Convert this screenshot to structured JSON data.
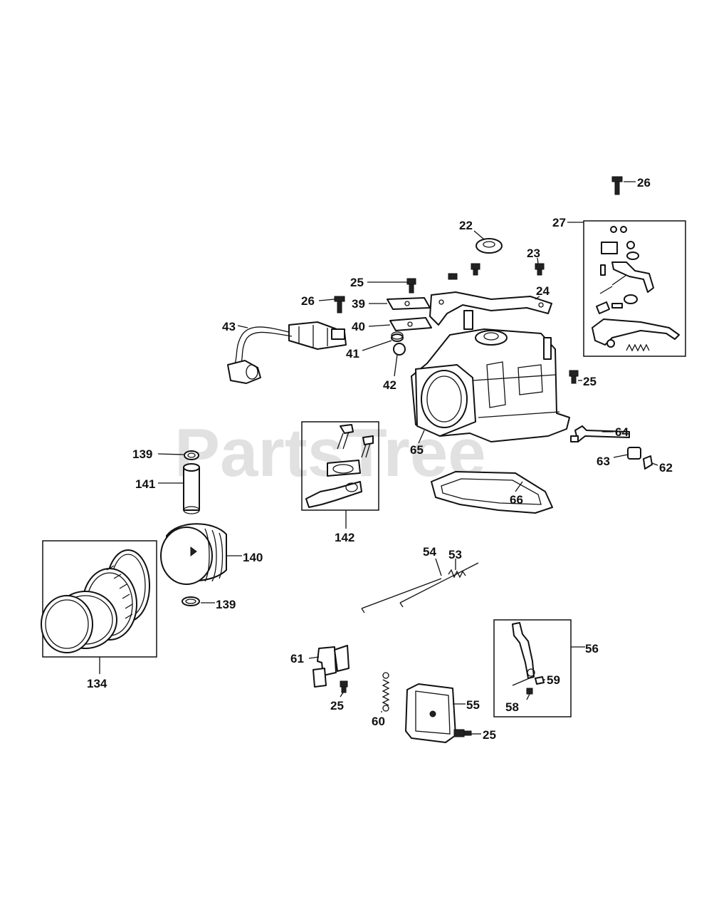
{
  "watermark": "PartsTree",
  "callouts": {
    "c22": "22",
    "c23": "23",
    "c24": "24",
    "c25a": "25",
    "c25b": "25",
    "c25c": "25",
    "c25d": "25",
    "c26a": "26",
    "c26b": "26",
    "c27": "27",
    "c39": "39",
    "c40": "40",
    "c41": "41",
    "c42": "42",
    "c43": "43",
    "c53": "53",
    "c54": "54",
    "c55": "55",
    "c56": "56",
    "c58": "58",
    "c59": "59",
    "c60": "60",
    "c61": "61",
    "c62": "62",
    "c63": "63",
    "c64": "64",
    "c65": "65",
    "c66": "66",
    "c134": "134",
    "c139a": "139",
    "c139b": "139",
    "c140": "140",
    "c141": "141",
    "c142": "142"
  }
}
